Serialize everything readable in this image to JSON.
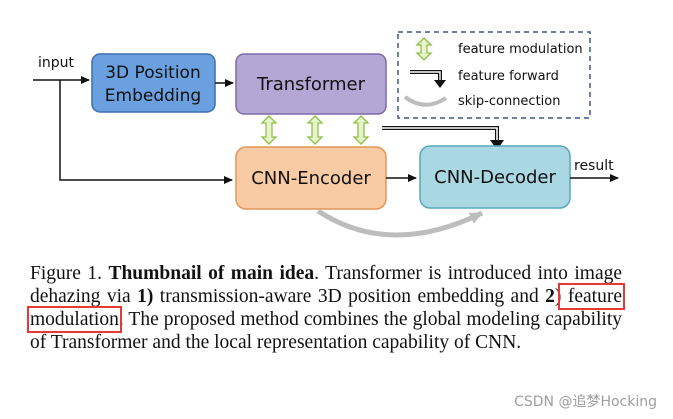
{
  "diagram": {
    "input_label": "input",
    "result_label": "result",
    "nodes": {
      "position_embedding": {
        "line1": "3D Position",
        "line2": "Embedding",
        "fill": "#6aa0e0",
        "stroke": "#3b6fb0"
      },
      "transformer": {
        "label": "Transformer",
        "fill": "#b4a7d6",
        "stroke": "#7b6aa8"
      },
      "cnn_encoder": {
        "label": "CNN-Encoder",
        "fill": "#f8cba4",
        "stroke": "#e0975a"
      },
      "cnn_decoder": {
        "label": "CNN-Decoder",
        "fill": "#a9d7e2",
        "stroke": "#5aa5ba"
      }
    },
    "legend": {
      "modulation": "feature modulation",
      "forward": "feature forward",
      "skip": "skip-connection",
      "border_color": "#3d5a80"
    },
    "colors": {
      "modulation_arrow": "#8fbf45",
      "skip_arrow": "#bdbdbd"
    }
  },
  "caption": {
    "label": "Figure 1.",
    "bold_title": "Thumbnail of main idea",
    "t1": ". Transformer is introduced into image dehazing via ",
    "n1": "1)",
    "t2": " transmission-aware 3D position embedding and ",
    "n2": "2",
    "t3": ")",
    "highlight": " feature modulation",
    "t4": ". The proposed method combines the global modeling capability of Transformer and the local representation capability of CNN.",
    "highlight_color": "#e53935"
  },
  "watermark": "CSDN @追梦Hocking"
}
